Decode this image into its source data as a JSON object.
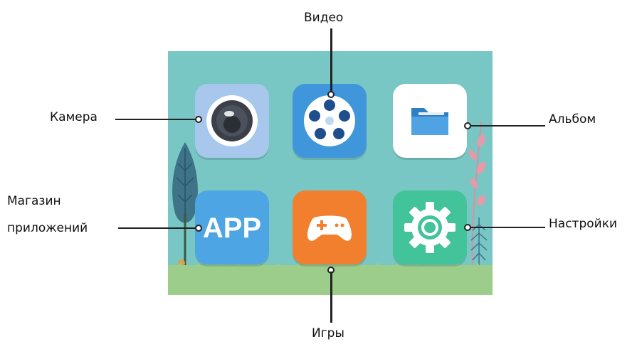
{
  "labels": {
    "video": "Видео",
    "camera": "Камера",
    "album": "Альбом",
    "app_store_line1": "Магазин",
    "app_store_line2": "приложений",
    "settings": "Настройки",
    "games": "Игры"
  },
  "apps": [
    {
      "id": "camera",
      "icon": "camera-lens-icon",
      "color": "#a7c8ec"
    },
    {
      "id": "video",
      "icon": "film-reel-icon",
      "color": "#3f96db"
    },
    {
      "id": "album",
      "icon": "folder-icon",
      "color": "#ffffff"
    },
    {
      "id": "app_store",
      "icon": "app-text-icon",
      "text": "APP",
      "color": "#4da5e3"
    },
    {
      "id": "games",
      "icon": "gamepad-icon",
      "color": "#f17f2e"
    },
    {
      "id": "settings",
      "icon": "gear-icon",
      "color": "#43c39a"
    }
  ],
  "colors": {
    "screen_background": "#79c7c4",
    "grass": "#9ccd8a",
    "leader_line": "#222222"
  }
}
